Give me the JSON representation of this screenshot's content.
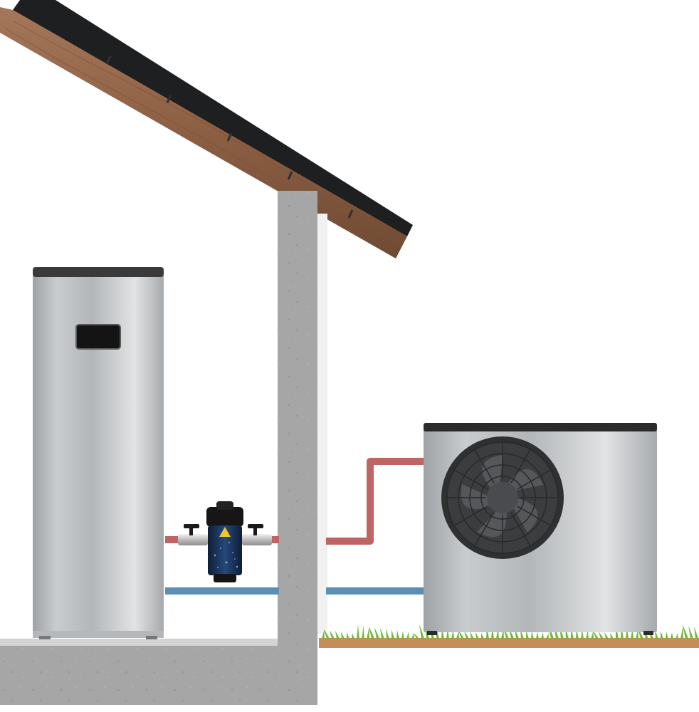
{
  "scene": {
    "background": "#ffffff",
    "components": [
      {
        "id": "indoor-tank",
        "kind": "hot-water-cylinder",
        "body_color": "#c3c6c9",
        "cap_color": "#3a3a3a",
        "screen_color": "#141414"
      },
      {
        "id": "magnetic-filter",
        "kind": "inline-filter",
        "body_color": "#1d3a63"
      },
      {
        "id": "outdoor-unit",
        "kind": "air-source-heat-pump",
        "body_color": "#c3c6c9",
        "cap_color": "#2b2b2b",
        "fan_color": "#3c3d3f"
      },
      {
        "id": "wall",
        "kind": "concrete-wall",
        "color": "#a4a4a4"
      },
      {
        "id": "roof",
        "kind": "pitched-roof",
        "wood_color": "#8f6347",
        "tile_color": "#1e1f21"
      }
    ],
    "pipes": {
      "flow_color": "#bf6464",
      "return_color": "#5b8fb6"
    },
    "ground": {
      "grass_color": "#72b83e",
      "soil_color": "#c58d58"
    },
    "icons": [
      "fan-icon",
      "valve-handle-icon",
      "warning-label-icon"
    ]
  }
}
